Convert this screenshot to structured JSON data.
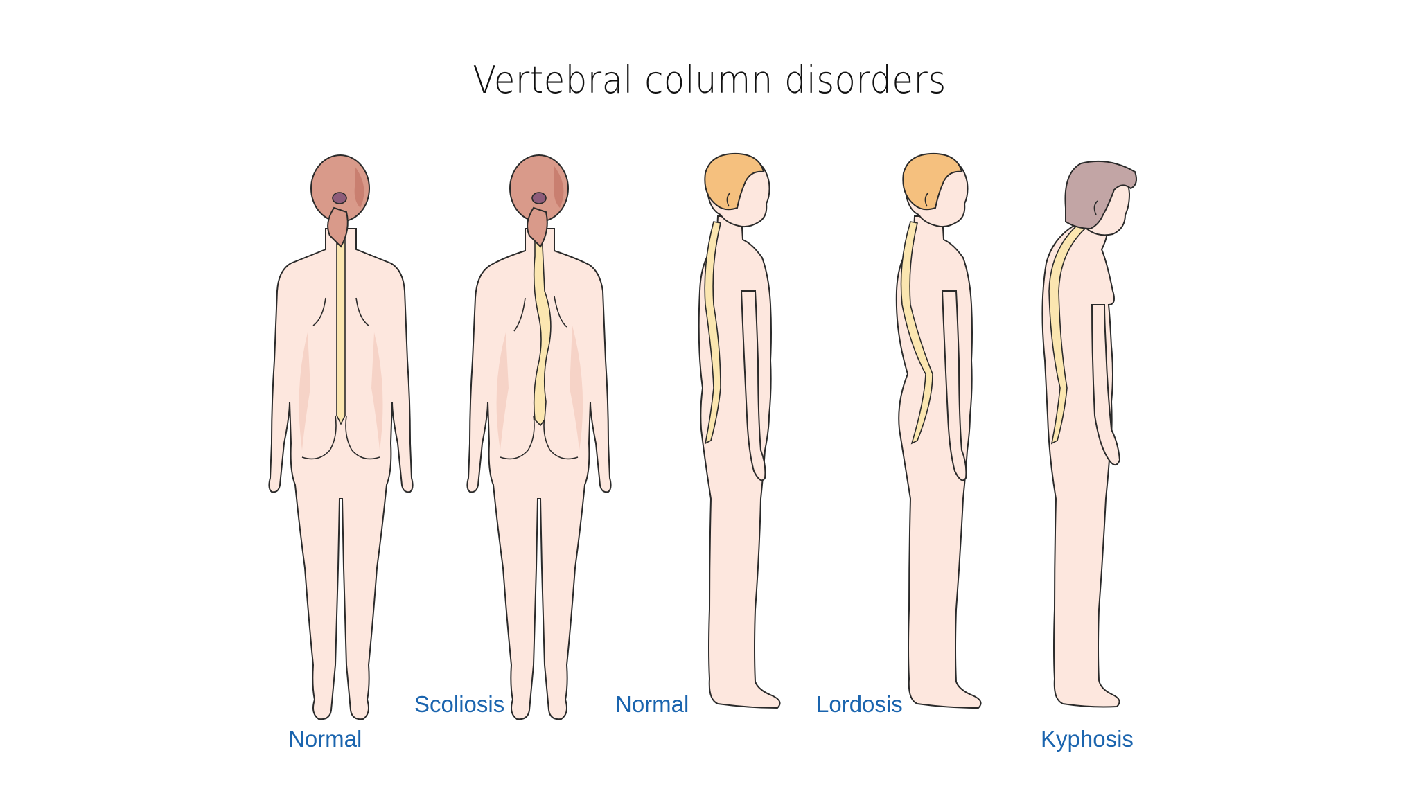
{
  "slide": {
    "title": "Vertebral column disorders"
  },
  "figures": [
    {
      "id": "normal-back",
      "view": "posterior",
      "label": "Normal",
      "hair_color": "#d99a8a",
      "label_color": "#1a64ae"
    },
    {
      "id": "scoliosis-back",
      "view": "posterior",
      "label": "Scoliosis",
      "hair_color": "#d99a8a",
      "label_color": "#1a64ae"
    },
    {
      "id": "normal-side",
      "view": "lateral",
      "label": "Normal",
      "hair_color": "#f5c07e",
      "label_color": "#1a64ae"
    },
    {
      "id": "lordosis-side",
      "view": "lateral",
      "label": "Lordosis",
      "hair_color": "#f5c07e",
      "label_color": "#1a64ae"
    },
    {
      "id": "kyphosis-side",
      "view": "lateral",
      "label": "Kyphosis",
      "hair_color": "#c2a5a5",
      "label_color": "#1a64ae"
    }
  ],
  "colors": {
    "skin": "#fde7de",
    "skin_shade": "#f6d0c4",
    "spine": "#fbe8b4",
    "outline": "#222222",
    "label": "#1a64ae"
  }
}
